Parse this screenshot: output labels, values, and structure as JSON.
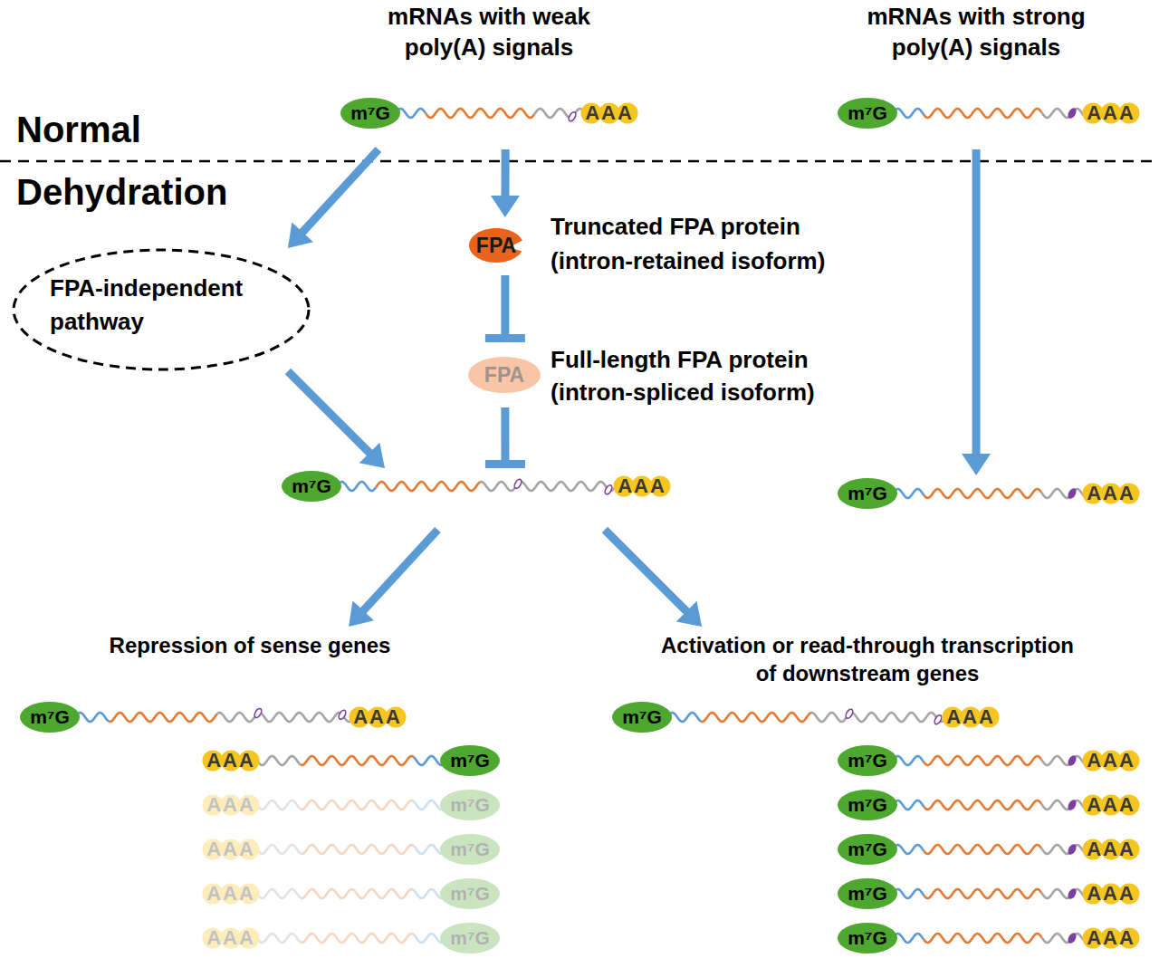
{
  "diagram": {
    "nodes": [
      {
        "text": [
          "m⁷G",
          "AAA"
        ]
      },
      {
        "text": [
          "m⁷G",
          "AAA"
        ]
      },
      {
        "text": [
          "FPA-independent pathway"
        ]
      },
      {
        "text": [
          "FPA",
          "Truncated FPA protein (intron-retained isoform)"
        ]
      },
      {
        "text": [
          "FPA",
          "Full-length FPA protein (intron-spliced isoform)"
        ]
      },
      {
        "text": [
          "m⁷G",
          "AAA"
        ]
      },
      {
        "text": [
          "m⁷G",
          "AAA"
        ]
      },
      {
        "text": [
          "Repression of sense genes"
        ]
      },
      {
        "text": [
          "m⁷G",
          "AAA"
        ],
        "in": 7
      },
      {
        "text": [
          "AAA",
          "m⁷G"
        ],
        "in": 7
      },
      {
        "text": [
          "AAA",
          "m⁷G"
        ],
        "in": 7
      },
      {
        "text": [
          "AAA",
          "m⁷G"
        ],
        "in": 7
      },
      {
        "text": [
          "AAA",
          "m⁷G"
        ],
        "in": 7
      },
      {
        "text": [
          "AAA",
          "m⁷G"
        ],
        "in": 7
      },
      {
        "text": [
          "Activation or read-through transcription of downstream genes"
        ]
      },
      {
        "text": [
          "m⁷G",
          "AAA"
        ],
        "in": 14
      },
      {
        "text": [
          "m⁷G",
          "AAA"
        ],
        "in": 14
      },
      {
        "text": [
          "m⁷G",
          "AAA"
        ],
        "in": 14
      },
      {
        "text": [
          "m⁷G",
          "AAA"
        ],
        "in": 14
      },
      {
        "text": [
          "m⁷G",
          "AAA"
        ],
        "in": 14
      },
      {
        "text": [
          "m⁷G",
          "AAA"
        ],
        "in": 14
      }
    ],
    "edges": [
      {
        "from": 0,
        "to": 2,
        "arrow": "to"
      },
      {
        "from": 0,
        "to": 3,
        "arrow": "to"
      },
      {
        "from": 3,
        "to": 4,
        "arrow": "to"
      },
      {
        "from": 2,
        "to": 5,
        "arrow": "to"
      },
      {
        "from": 4,
        "to": 5,
        "arrow": "to"
      },
      {
        "from": 1,
        "to": 6,
        "arrow": "to"
      },
      {
        "from": 5,
        "to": 7,
        "arrow": "to"
      },
      {
        "from": 5,
        "to": 14,
        "arrow": "to"
      }
    ],
    "labels": [
      "mRNAs with weak poly(A) signals",
      "mRNAs with strong poly(A) signals",
      "Normal",
      "Dehydration"
    ]
  }
}
